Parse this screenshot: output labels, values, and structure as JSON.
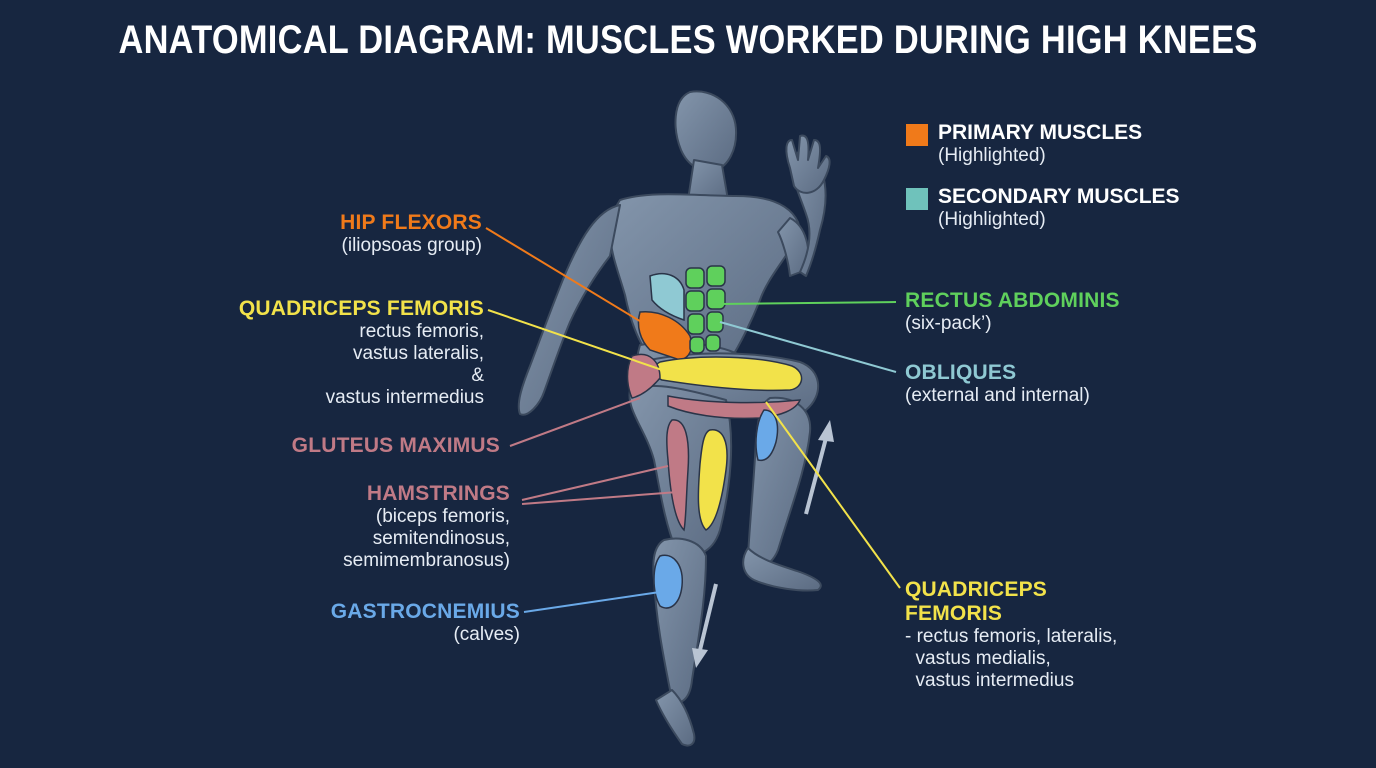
{
  "title": "ANATOMICAL DIAGRAM: MUSCLES WORKED DURING HIGH KNEES",
  "colors": {
    "background": "#172640",
    "primary": "#f07a1a",
    "secondary": "#6fc2bb",
    "hip_flexors": "#f07a1a",
    "quadriceps": "#f2e24a",
    "gluteus": "#c07a86",
    "hamstrings": "#c07a86",
    "gastrocnemius": "#6aa9e8",
    "rectus_abdominis": "#5fd05c",
    "obliques": "#8fc9d3",
    "body": "#6d7e95"
  },
  "legend": {
    "primary": {
      "label": "PRIMARY MUSCLES",
      "note": "(Highlighted)"
    },
    "secondary": {
      "label": "SECONDARY MUSCLES",
      "note": "(Highlighted)"
    }
  },
  "labels": {
    "hip_flexors": {
      "name": "HIP FLEXORS",
      "detail": "(iliopsoas group)"
    },
    "quadriceps_left": {
      "name": "QUADRICEPS FEMORIS",
      "detail": "rectus femoris,\nvastus lateralis,\n&\nvastus intermedius"
    },
    "gluteus": {
      "name": "GLUTEUS MAXIMUS"
    },
    "hamstrings": {
      "name": "HAMSTRINGS",
      "detail": "(biceps femoris,\nsemitendinosus,\nsemimembranosus)"
    },
    "gastrocnemius": {
      "name": "GASTROCNEMIUS",
      "detail": "(calves)"
    },
    "rectus_abdominis": {
      "name": "RECTUS ABDOMINIS",
      "detail": "(six-pack’)"
    },
    "obliques": {
      "name": "OBLIQUES",
      "detail": "(external and internal)"
    },
    "quadriceps_right": {
      "name": "QUADRICEPS\nFEMORIS",
      "detail": "- rectus femoris, lateralis,\n  vastus medialis,\n  vastus intermedius"
    }
  }
}
